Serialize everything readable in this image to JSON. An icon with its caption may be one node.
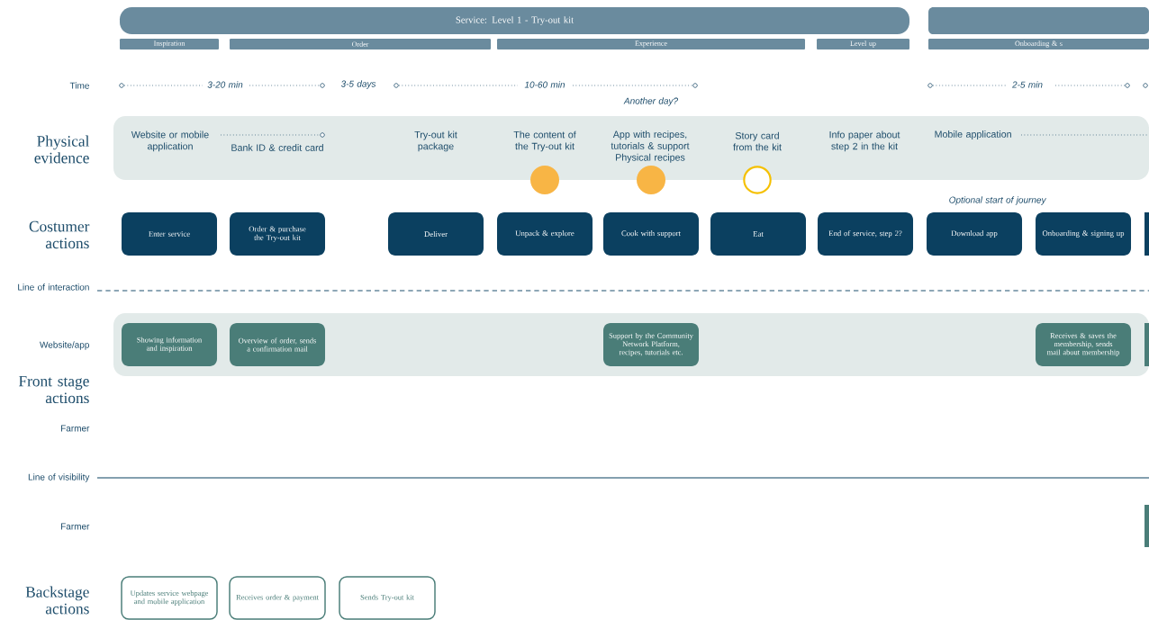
{
  "diagram": {
    "nodes": [
      {
        "text": [
          "Service: Level 1 - Try-out kit"
        ]
      },
      {
        "text": [],
        "shape": "bar"
      },
      {
        "text": [
          "Inspiration"
        ]
      },
      {
        "text": [
          "Order"
        ]
      },
      {
        "text": [
          "Experience"
        ]
      },
      {
        "text": [
          "Level up"
        ]
      },
      {
        "text": [
          "Onboarding & s"
        ]
      },
      {
        "text": [],
        "shape": "box"
      },
      {
        "text": [
          "Enter service"
        ]
      },
      {
        "text": [
          "Order & purchase the Try-out kit"
        ]
      },
      {
        "text": [
          "Deliver"
        ]
      },
      {
        "text": [
          "Unpack & explore"
        ]
      },
      {
        "text": [
          "Cook with support"
        ]
      },
      {
        "text": [
          "Eat"
        ]
      },
      {
        "text": [
          "End of service, step 2?"
        ]
      },
      {
        "text": [
          "Download app"
        ]
      },
      {
        "text": [
          "Onboarding & signing up"
        ]
      },
      {
        "text": [],
        "shape": "box"
      },
      {
        "text": [],
        "shape": "box"
      },
      {
        "text": [
          "Showing information and inspiration"
        ],
        "in": 18
      },
      {
        "text": [
          "Overview of order, sends a confirmation mail"
        ],
        "in": 18
      },
      {
        "text": [
          "Support by the Community Network Platform, recipes, tutorials etc."
        ],
        "in": 18
      },
      {
        "text": [
          "Receives & saves the membership, sends mail about membership"
        ],
        "in": 18
      },
      {
        "text": [],
        "shape": "box",
        "in": 18
      },
      {
        "text": [],
        "shape": "box"
      },
      {
        "text": [
          "Updates service webpage and mobile application"
        ]
      },
      {
        "text": [
          "Receives order & payment"
        ]
      },
      {
        "text": [
          "Sends Try-out kit"
        ]
      }
    ],
    "labels": [
      "Time",
      "3-20 min",
      "3-5 days",
      "10-60 min",
      "2-5 min",
      "Another day?",
      "Physical evidence",
      "Website or mobile application",
      "Bank ID & credit card",
      "Try-out kit package",
      "The content of the Try-out kit",
      "App with recipes, tutorials & support Physical recipes",
      "Story card from the kit",
      "Info paper about step 2 in the kit",
      "Mobile application",
      "Optional start of journey",
      "Costumer actions",
      "Line of interaction",
      "Website/app",
      "Front stage actions",
      "Farmer",
      "Line of visibility",
      "Farmer",
      "Backstage actions"
    ]
  }
}
